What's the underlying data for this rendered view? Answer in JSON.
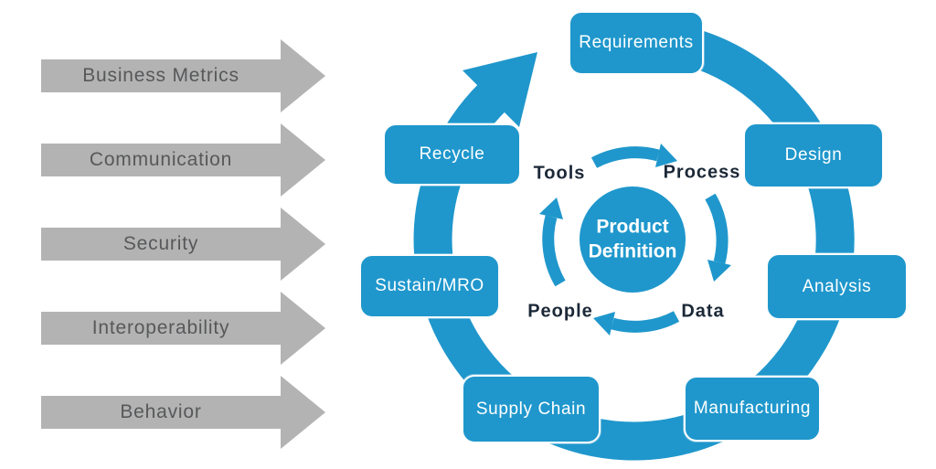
{
  "diagram": {
    "inputs": [
      {
        "label": "Business Metrics"
      },
      {
        "label": "Communication"
      },
      {
        "label": "Security"
      },
      {
        "label": "Interoperability"
      },
      {
        "label": "Behavior"
      }
    ],
    "stages": [
      {
        "label": "Requirements"
      },
      {
        "label": "Design"
      },
      {
        "label": "Analysis"
      },
      {
        "label": "Manufacturing"
      },
      {
        "label": "Supply Chain"
      },
      {
        "label": "Sustain/MRO"
      },
      {
        "label": "Recycle"
      }
    ],
    "hub": {
      "line1": "Product",
      "line2": "Definition"
    },
    "enablers": [
      {
        "label": "Tools"
      },
      {
        "label": "Process"
      },
      {
        "label": "People"
      },
      {
        "label": "Data"
      }
    ],
    "colors": {
      "accent": "#1f97cc",
      "arrow-gray": "#b3b3b3",
      "gray-text": "#57585a",
      "dark-label": "#1b2837",
      "box-text": "#ffffff"
    }
  }
}
